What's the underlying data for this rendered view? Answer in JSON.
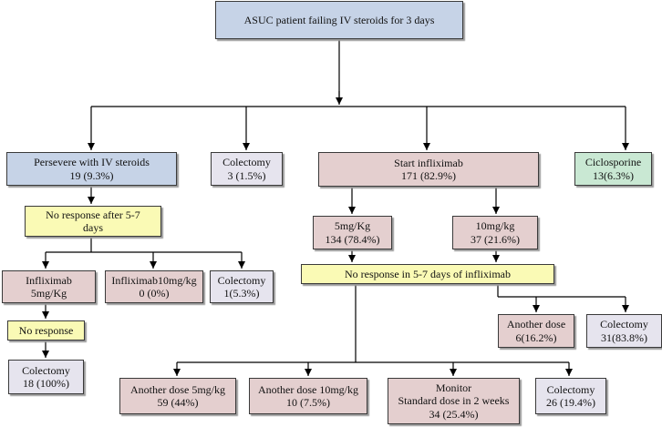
{
  "colors": {
    "root": "#c6d3e7",
    "persevere": "#c6d3e7",
    "infliximab": "#e4cfcf",
    "no_response": "#fafab5",
    "ciclosporine": "#c9e8d3",
    "colectomy": "#e6e4ee",
    "line": "#000000"
  },
  "nodes": {
    "root": {
      "line1": "ASUC patient failing IV steroids for 3 days",
      "line2": ""
    },
    "persevere": {
      "line1": "Persevere with IV steroids",
      "line2": "19 (9.3%)"
    },
    "colectomy_top": {
      "line1": "Colectomy",
      "line2": "3 (1.5%)"
    },
    "start_infliximab": {
      "line1": "Start infliximab",
      "line2": "171 (82.9%)"
    },
    "ciclosporine": {
      "line1": "Ciclosporine",
      "line2": "13(6.3%)"
    },
    "no_response_5_7": {
      "line1": "No response after 5-7",
      "line2": "days"
    },
    "infliximab_5": {
      "line1": "Infliximab",
      "line2": "5mg/Kg"
    },
    "infliximab_10": {
      "line1": "Infliximab10mg/kg",
      "line2": "0 (0%)"
    },
    "colectomy_left": {
      "line1": "Colectomy",
      "line2": "1(5.3%)"
    },
    "no_response": {
      "line1": "No response",
      "line2": ""
    },
    "colectomy_bottom_left": {
      "line1": "Colectomy",
      "line2": "18 (100%)"
    },
    "dose_5": {
      "line1": "5mg/Kg",
      "line2": "134 (78.4%)"
    },
    "dose_10": {
      "line1": "10mg/kg",
      "line2": "37 (21.6%)"
    },
    "no_response_infliximab": {
      "line1": "No response in 5-7 days of infliximab",
      "line2": ""
    },
    "another_dose": {
      "line1": "Another dose",
      "line2": "6(16.2%)"
    },
    "colectomy_right": {
      "line1": "Colectomy",
      "line2": "31(83.8%)"
    },
    "another_dose_5": {
      "line1": "Another dose 5mg/kg",
      "line2": "59 (44%)"
    },
    "another_dose_10": {
      "line1": "Another dose 10mg/kg",
      "line2": "10 (7.5%)"
    },
    "monitor": {
      "line1": "Monitor",
      "line2": "Standard dose in 2 weeks",
      "line3": "34 (25.4%)"
    },
    "colectomy_bottom_right": {
      "line1": "Colectomy",
      "line2": "26 (19.4%)"
    }
  },
  "edges": [
    [
      "root",
      "persevere"
    ],
    [
      "root",
      "colectomy_top"
    ],
    [
      "root",
      "start_infliximab"
    ],
    [
      "root",
      "ciclosporine"
    ],
    [
      "persevere",
      "no_response_5_7"
    ],
    [
      "no_response_5_7",
      "infliximab_5"
    ],
    [
      "no_response_5_7",
      "infliximab_10"
    ],
    [
      "no_response_5_7",
      "colectomy_left"
    ],
    [
      "infliximab_5",
      "no_response"
    ],
    [
      "no_response",
      "colectomy_bottom_left"
    ],
    [
      "start_infliximab",
      "dose_5"
    ],
    [
      "start_infliximab",
      "dose_10"
    ],
    [
      "dose_5",
      "no_response_infliximab"
    ],
    [
      "dose_10",
      "no_response_infliximab"
    ],
    [
      "no_response_infliximab",
      "another_dose"
    ],
    [
      "no_response_infliximab",
      "colectomy_right"
    ],
    [
      "no_response_infliximab",
      "another_dose_5"
    ],
    [
      "no_response_infliximab",
      "another_dose_10"
    ],
    [
      "no_response_infliximab",
      "monitor"
    ],
    [
      "no_response_infliximab",
      "colectomy_bottom_right"
    ]
  ]
}
